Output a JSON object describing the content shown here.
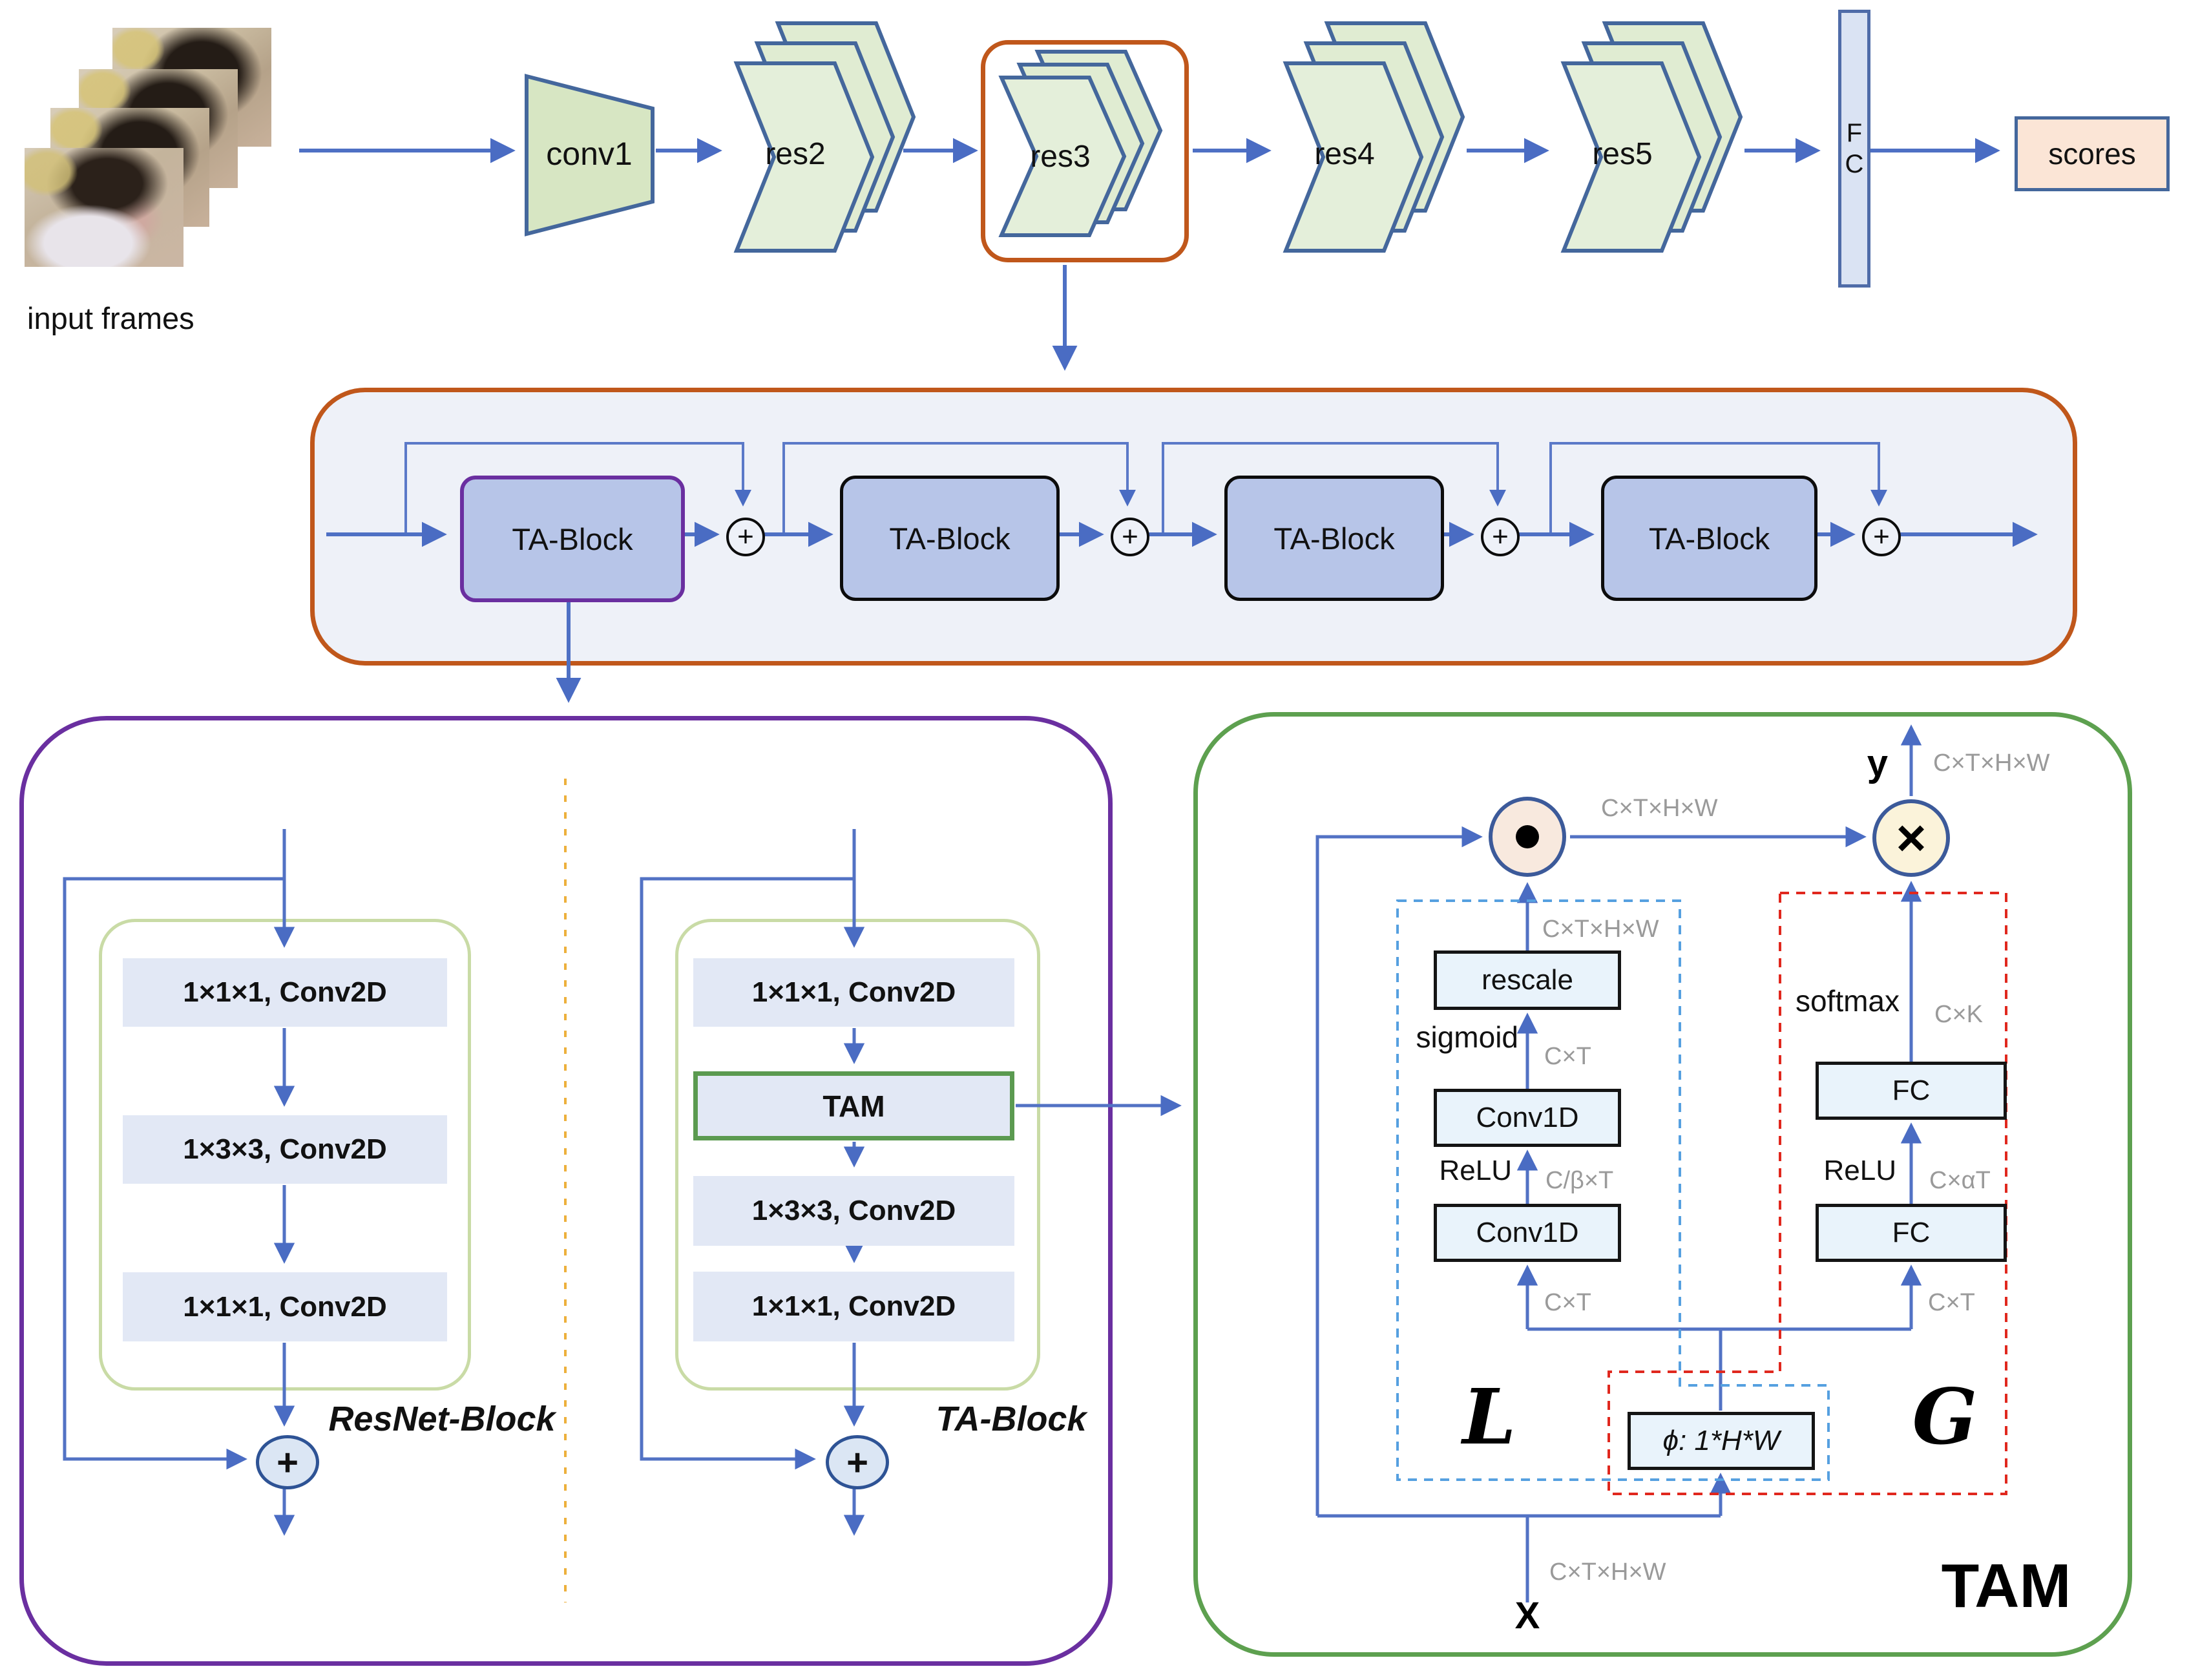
{
  "pipeline": {
    "input_label": "input frames",
    "conv1": "conv1",
    "res": [
      "res2",
      "res3",
      "res4",
      "res5"
    ],
    "fc": [
      "F",
      "C"
    ],
    "scores": "scores"
  },
  "ops": {
    "add": "+",
    "multiply": "×"
  },
  "ta_chain": {
    "blocks": [
      "TA-Block",
      "TA-Block",
      "TA-Block",
      "TA-Block"
    ]
  },
  "resnet_block": {
    "caption": "ResNet-Block",
    "layers": [
      "1×1×1, Conv2D",
      "1×3×3, Conv2D",
      "1×1×1, Conv2D"
    ]
  },
  "ta_block": {
    "caption": "TA-Block",
    "layers": [
      "1×1×1, Conv2D",
      "TAM",
      "1×3×3, Conv2D",
      "1×1×1, Conv2D"
    ]
  },
  "tam": {
    "title": "TAM",
    "x_symbol": "X",
    "x_dim": "C×T×H×W",
    "y_symbol": "y",
    "y_dim": "C×T×H×W",
    "dot_out_dim": "C×T×H×W",
    "phi": "ϕ: 1*H*W",
    "local": {
      "letter": "L",
      "conv_bottom": "Conv1D",
      "conv_top": "Conv1D",
      "rescale": "rescale",
      "relu": "ReLU",
      "sigmoid": "sigmoid",
      "dim_in": "C×T",
      "dim_mid": "C/β×T",
      "dim_out": "C×T",
      "dim_rescale_out": "C×T×H×W"
    },
    "global": {
      "letter": "G",
      "fc_bottom": "FC",
      "fc_top": "FC",
      "relu": "ReLU",
      "softmax": "softmax",
      "dim_in": "C×T",
      "dim_mid": "C×αT",
      "dim_out": "C×K"
    }
  }
}
